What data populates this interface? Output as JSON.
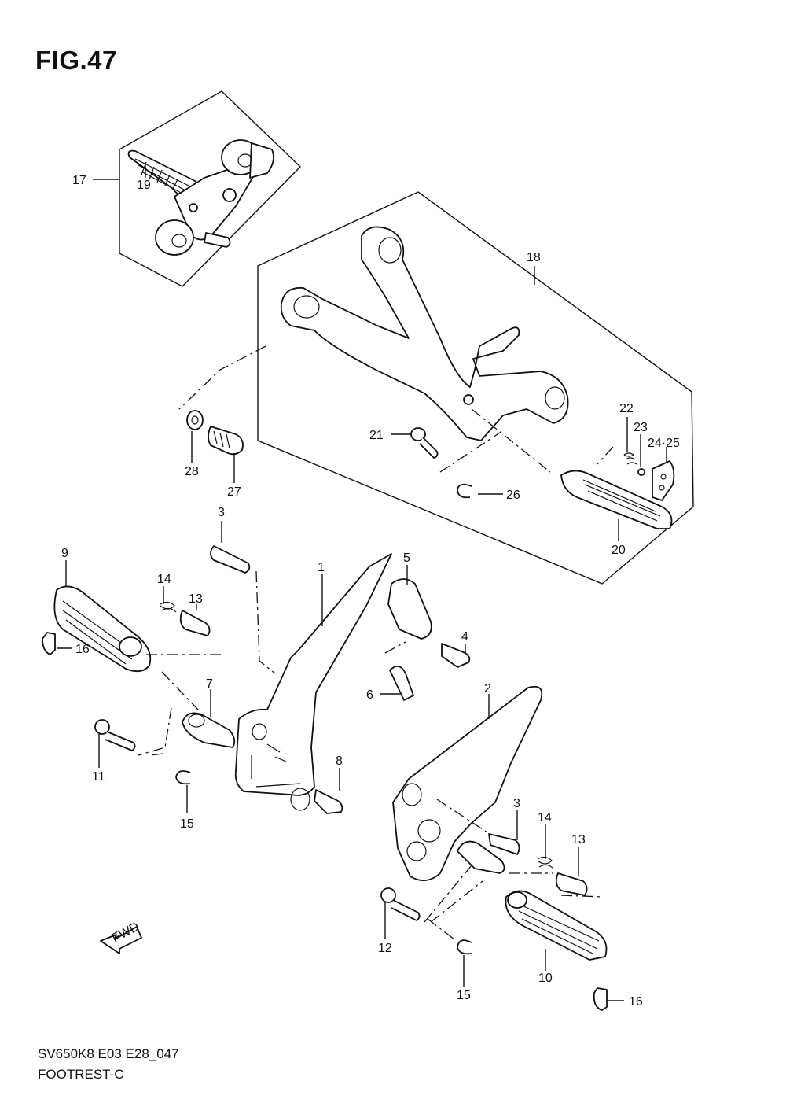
{
  "header": {
    "figure_title": "FIG.47"
  },
  "footer": {
    "model_code": "SV650K8 E03 E28_047",
    "section_name": "FOOTREST-C"
  },
  "fwd_arrow": {
    "label": "FWD"
  },
  "callouts": {
    "c1": "1",
    "c2": "2",
    "c3a": "3",
    "c3b": "3",
    "c4": "4",
    "c5": "5",
    "c6": "6",
    "c7": "7",
    "c8": "8",
    "c9": "9",
    "c10": "10",
    "c11": "11",
    "c12": "12",
    "c13a": "13",
    "c13b": "13",
    "c14a": "14",
    "c14b": "14",
    "c15a": "15",
    "c15b": "15",
    "c16a": "16",
    "c16b": "16",
    "c17": "17",
    "c18": "18",
    "c19": "19",
    "c20": "20",
    "c21": "21",
    "c22": "22",
    "c23": "23",
    "c2425": "24·25",
    "c26": "26",
    "c27": "27",
    "c28": "28"
  }
}
